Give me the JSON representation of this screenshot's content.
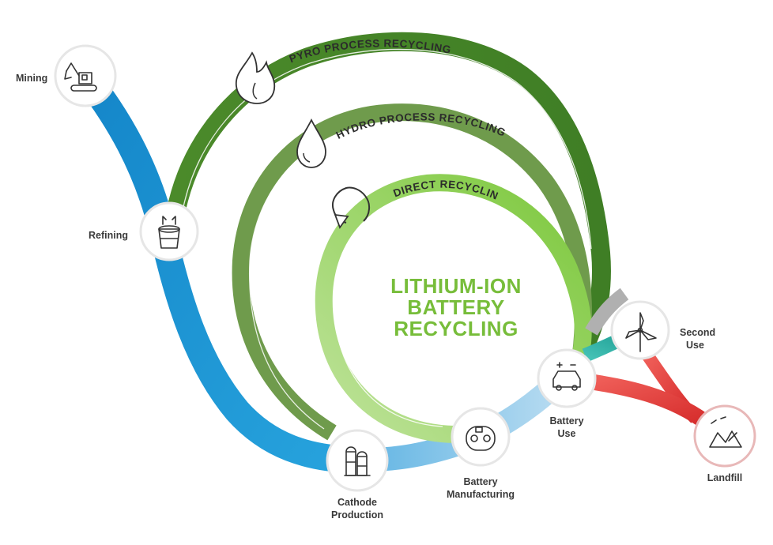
{
  "title_lines": [
    "LITHIUM-ION",
    "BATTERY",
    "RECYCLING"
  ],
  "arcs": {
    "pyro": "PYRO PROCESS RECYCLING",
    "hydro": "HYDRO PROCESS RECYCLING",
    "direct": "DIRECT RECYCLING"
  },
  "nodes": {
    "mining": {
      "label": "Mining",
      "icon": "excavator-icon"
    },
    "refining": {
      "label": "Refining",
      "icon": "crucible-icon"
    },
    "cathode": {
      "label_1": "Cathode",
      "label_2": "Production",
      "icon": "silo-icon"
    },
    "manufacturing": {
      "label_1": "Battery",
      "label_2": "Manufacturing",
      "icon": "conveyor-icon"
    },
    "battery_use": {
      "label_1": "Battery",
      "label_2": "Use",
      "icon": "electric-car-icon"
    },
    "second_use": {
      "label_1": "Second",
      "label_2": "Use",
      "icon": "wind-turbine-icon"
    },
    "landfill": {
      "label": "Landfill",
      "icon": "landfill-icon"
    }
  },
  "colors": {
    "blue": "#1a8fd1",
    "light_blue": "#9ccbe8",
    "pyro_green": "#4c8a2c",
    "hydro_green": "#7ba35a",
    "direct_green": "#8fd14f",
    "grey": "#a8a8a8",
    "teal": "#2bb3a6",
    "red": "#e0302f",
    "title_green": "#77bd3a"
  }
}
